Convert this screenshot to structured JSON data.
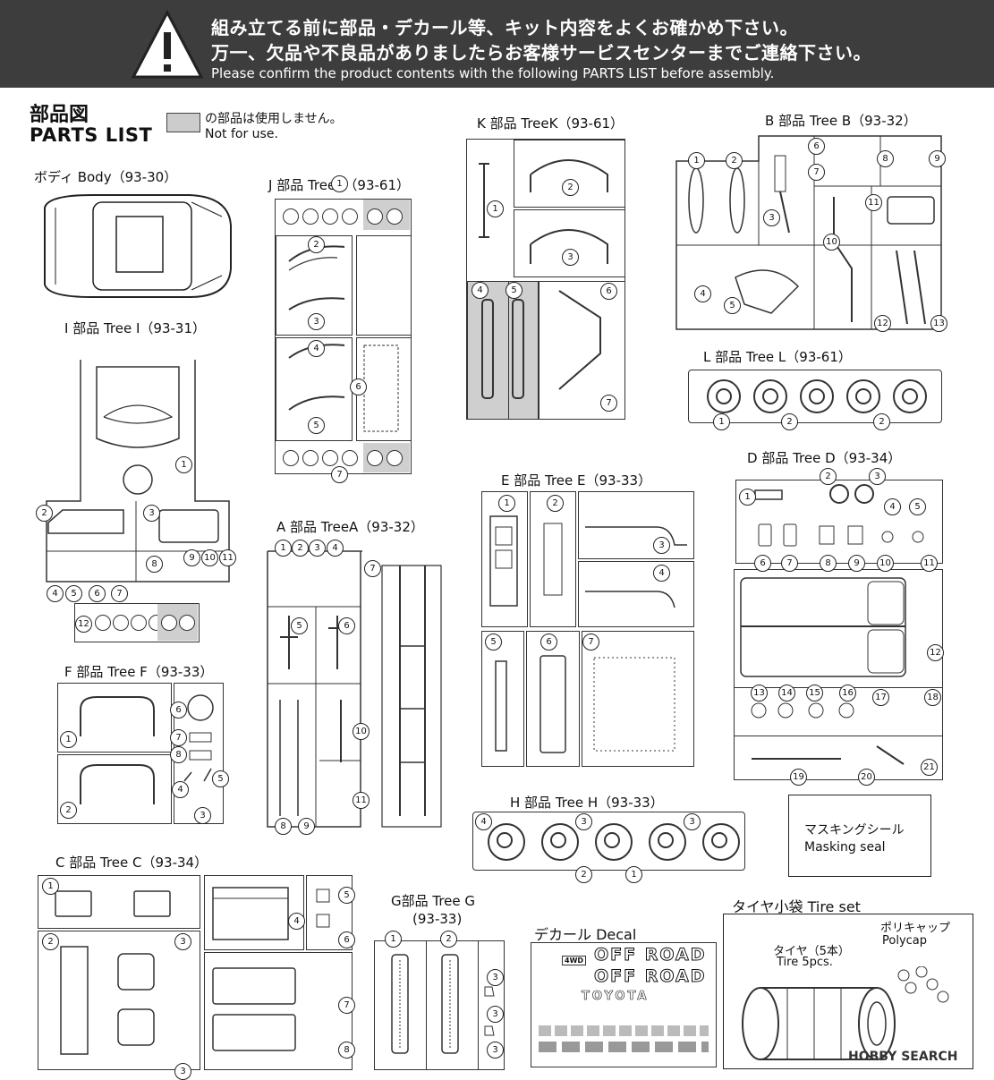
{
  "header": {
    "warning_jp_line1": "組み立てる前に部品・デカール等、キット内容をよくお確かめ下さい。",
    "warning_jp_line2": "万一、欠品や不良品がありましたらお客様サービスセンターまでご連絡下さい。",
    "warning_en": "Please confirm the product contents with the following PARTS LIST before assembly."
  },
  "title": {
    "jp": "部品図",
    "en": "PARTS LIST"
  },
  "not_for_use": {
    "jp": "の部品は使用しません。",
    "en": "Not for use."
  },
  "trees": {
    "body": "ボディ Body（93-30）",
    "i": "I 部品 Tree I（93-31）",
    "j": "J 部品 Tree J（93-61）",
    "k": "K 部品 TreeK（93-61）",
    "b": "B 部品 Tree B（93-32）",
    "l": "L 部品 Tree L（93-61）",
    "a": "A 部品 TreeA（93-32）",
    "e": "E 部品 Tree E（93-33）",
    "d": "D 部品 Tree D（93-34）",
    "f": "F 部品 Tree F（93-33）",
    "h": "H 部品 Tree H（93-33）",
    "c": "C 部品 Tree C（93-34）",
    "g_line1": "G部品 Tree G",
    "g_line2": "(93-33)"
  },
  "extras": {
    "masking_jp": "マスキングシール",
    "masking_en": "Masking seal",
    "decal_label": "デカール Decal",
    "decal_offroad": "OFF ROAD",
    "decal_brand": "TOYOTA",
    "decal_4wd": "4WD",
    "tire_label": "タイヤ小袋 Tire set",
    "polycap_jp": "ポリキャップ",
    "polycap_en": "Polycap",
    "tire_jp": "タイヤ（5本）",
    "tire_en": "Tire 5pcs."
  },
  "watermark": "HOBBY SEARCH"
}
